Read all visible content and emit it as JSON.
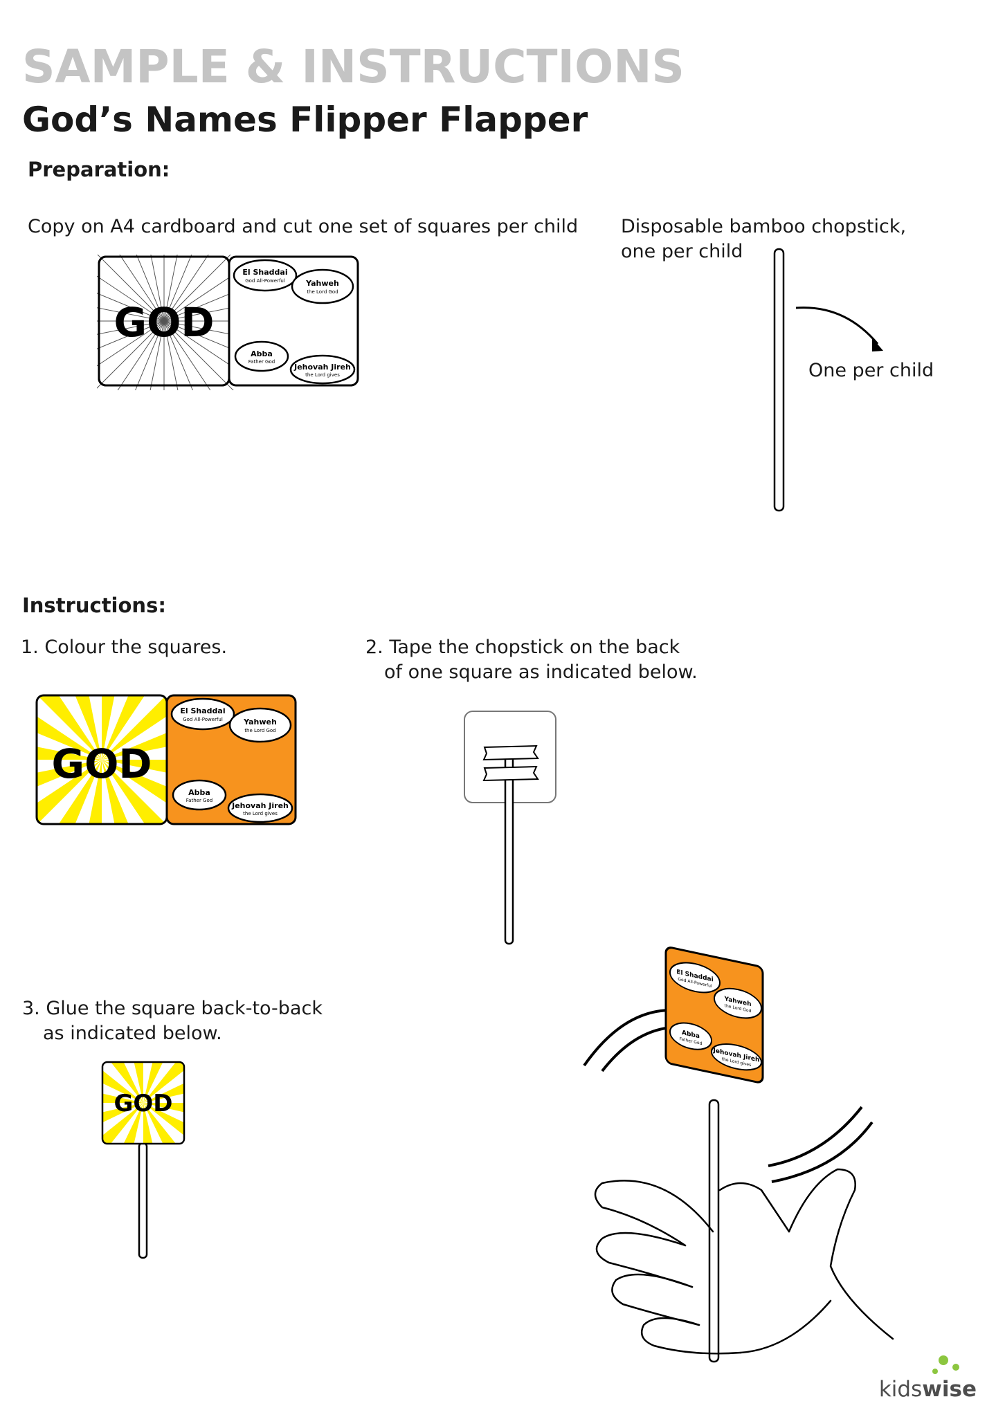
{
  "header": {
    "title": "SAMPLE & INSTRUCTIONS",
    "subtitle": "God’s Names Flipper Flapper"
  },
  "preparation": {
    "heading": "Preparation:",
    "copy_text": "Copy on A4 cardboard and cut one set of squares per child",
    "chopstick_line1": "Disposable bamboo chopstick,",
    "chopstick_line2": "one per child",
    "chopstick_annotation": "One  per child"
  },
  "card": {
    "god_word": "GOD",
    "names": [
      {
        "name": "El Shaddai",
        "meaning": "God All-Powerful"
      },
      {
        "name": "Yahweh",
        "meaning": "the Lord God"
      },
      {
        "name": "Abba",
        "meaning": "Father God"
      },
      {
        "name": "Jehovah Jireh",
        "meaning": "the Lord gives"
      }
    ]
  },
  "instructions": {
    "heading": "Instructions:",
    "step1": "1. Colour the squares.",
    "step2_line1": "2. Tape the chopstick on the back",
    "step2_line2": "of one square as indicated below.",
    "step3_line1": "3. Glue the square back-to-back",
    "step3_line2": "as indicated below."
  },
  "colors": {
    "title_grey": "#c4c4c4",
    "sun_yellow": "#ffee00",
    "card_orange": "#f7931e",
    "logo_green": "#8cc63f"
  },
  "logo": {
    "part1": "kids",
    "part2": "wise"
  }
}
